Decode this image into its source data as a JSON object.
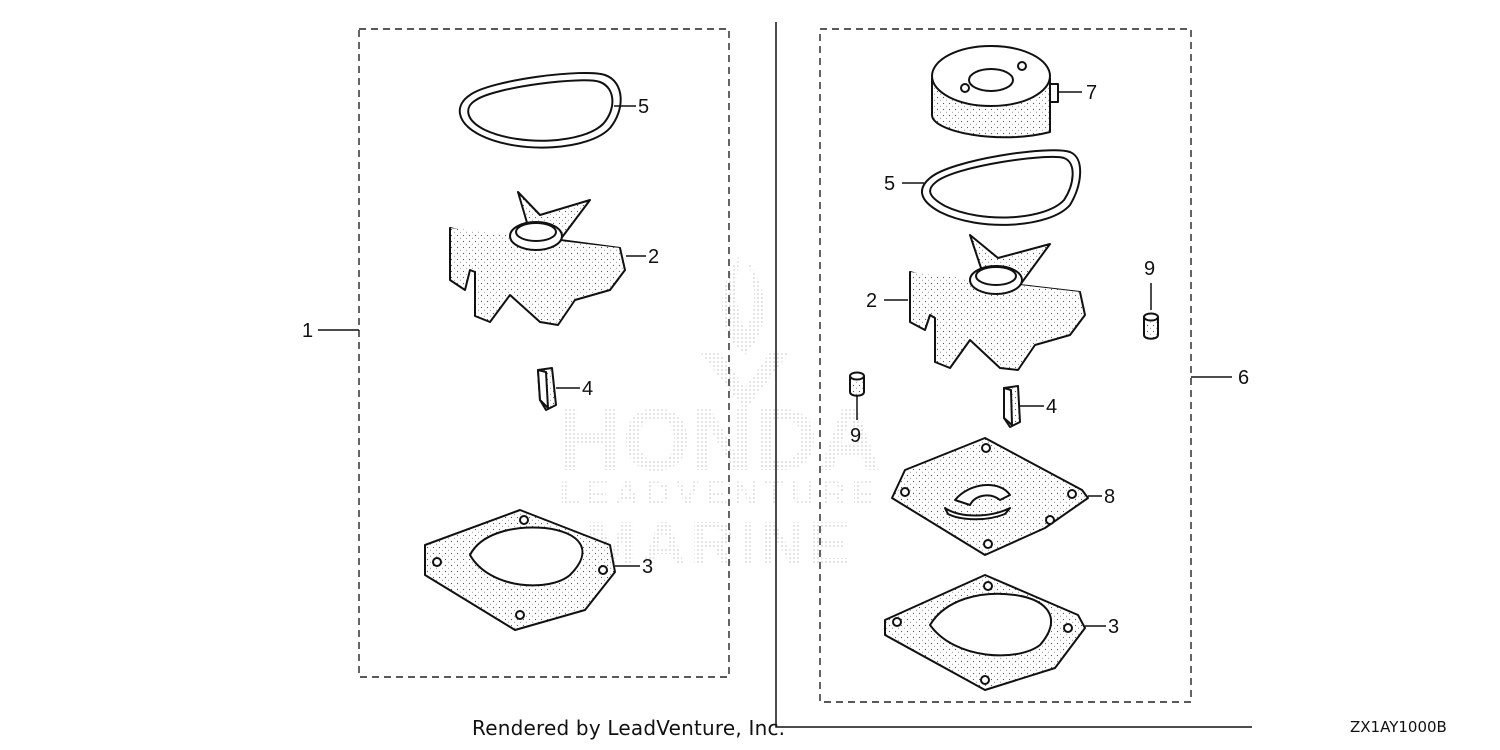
{
  "callouts": {
    "kit_left": "1",
    "kit_right": "6",
    "left_o_ring": "5",
    "left_impeller": "2",
    "left_key": "4",
    "left_gasket": "3",
    "right_housing": "7",
    "right_o_ring": "5",
    "right_impeller": "2",
    "right_pin_a": "9",
    "right_pin_b": "9",
    "right_key": "4",
    "right_plate": "8",
    "right_gasket": "3"
  },
  "watermark": {
    "brand": "HONDA",
    "sub": "LEADVENTURE",
    "sub2": "MARINE"
  },
  "footer": {
    "credit": "Rendered by LeadVenture, Inc.",
    "diagram_code": "ZX1AY1000B"
  }
}
